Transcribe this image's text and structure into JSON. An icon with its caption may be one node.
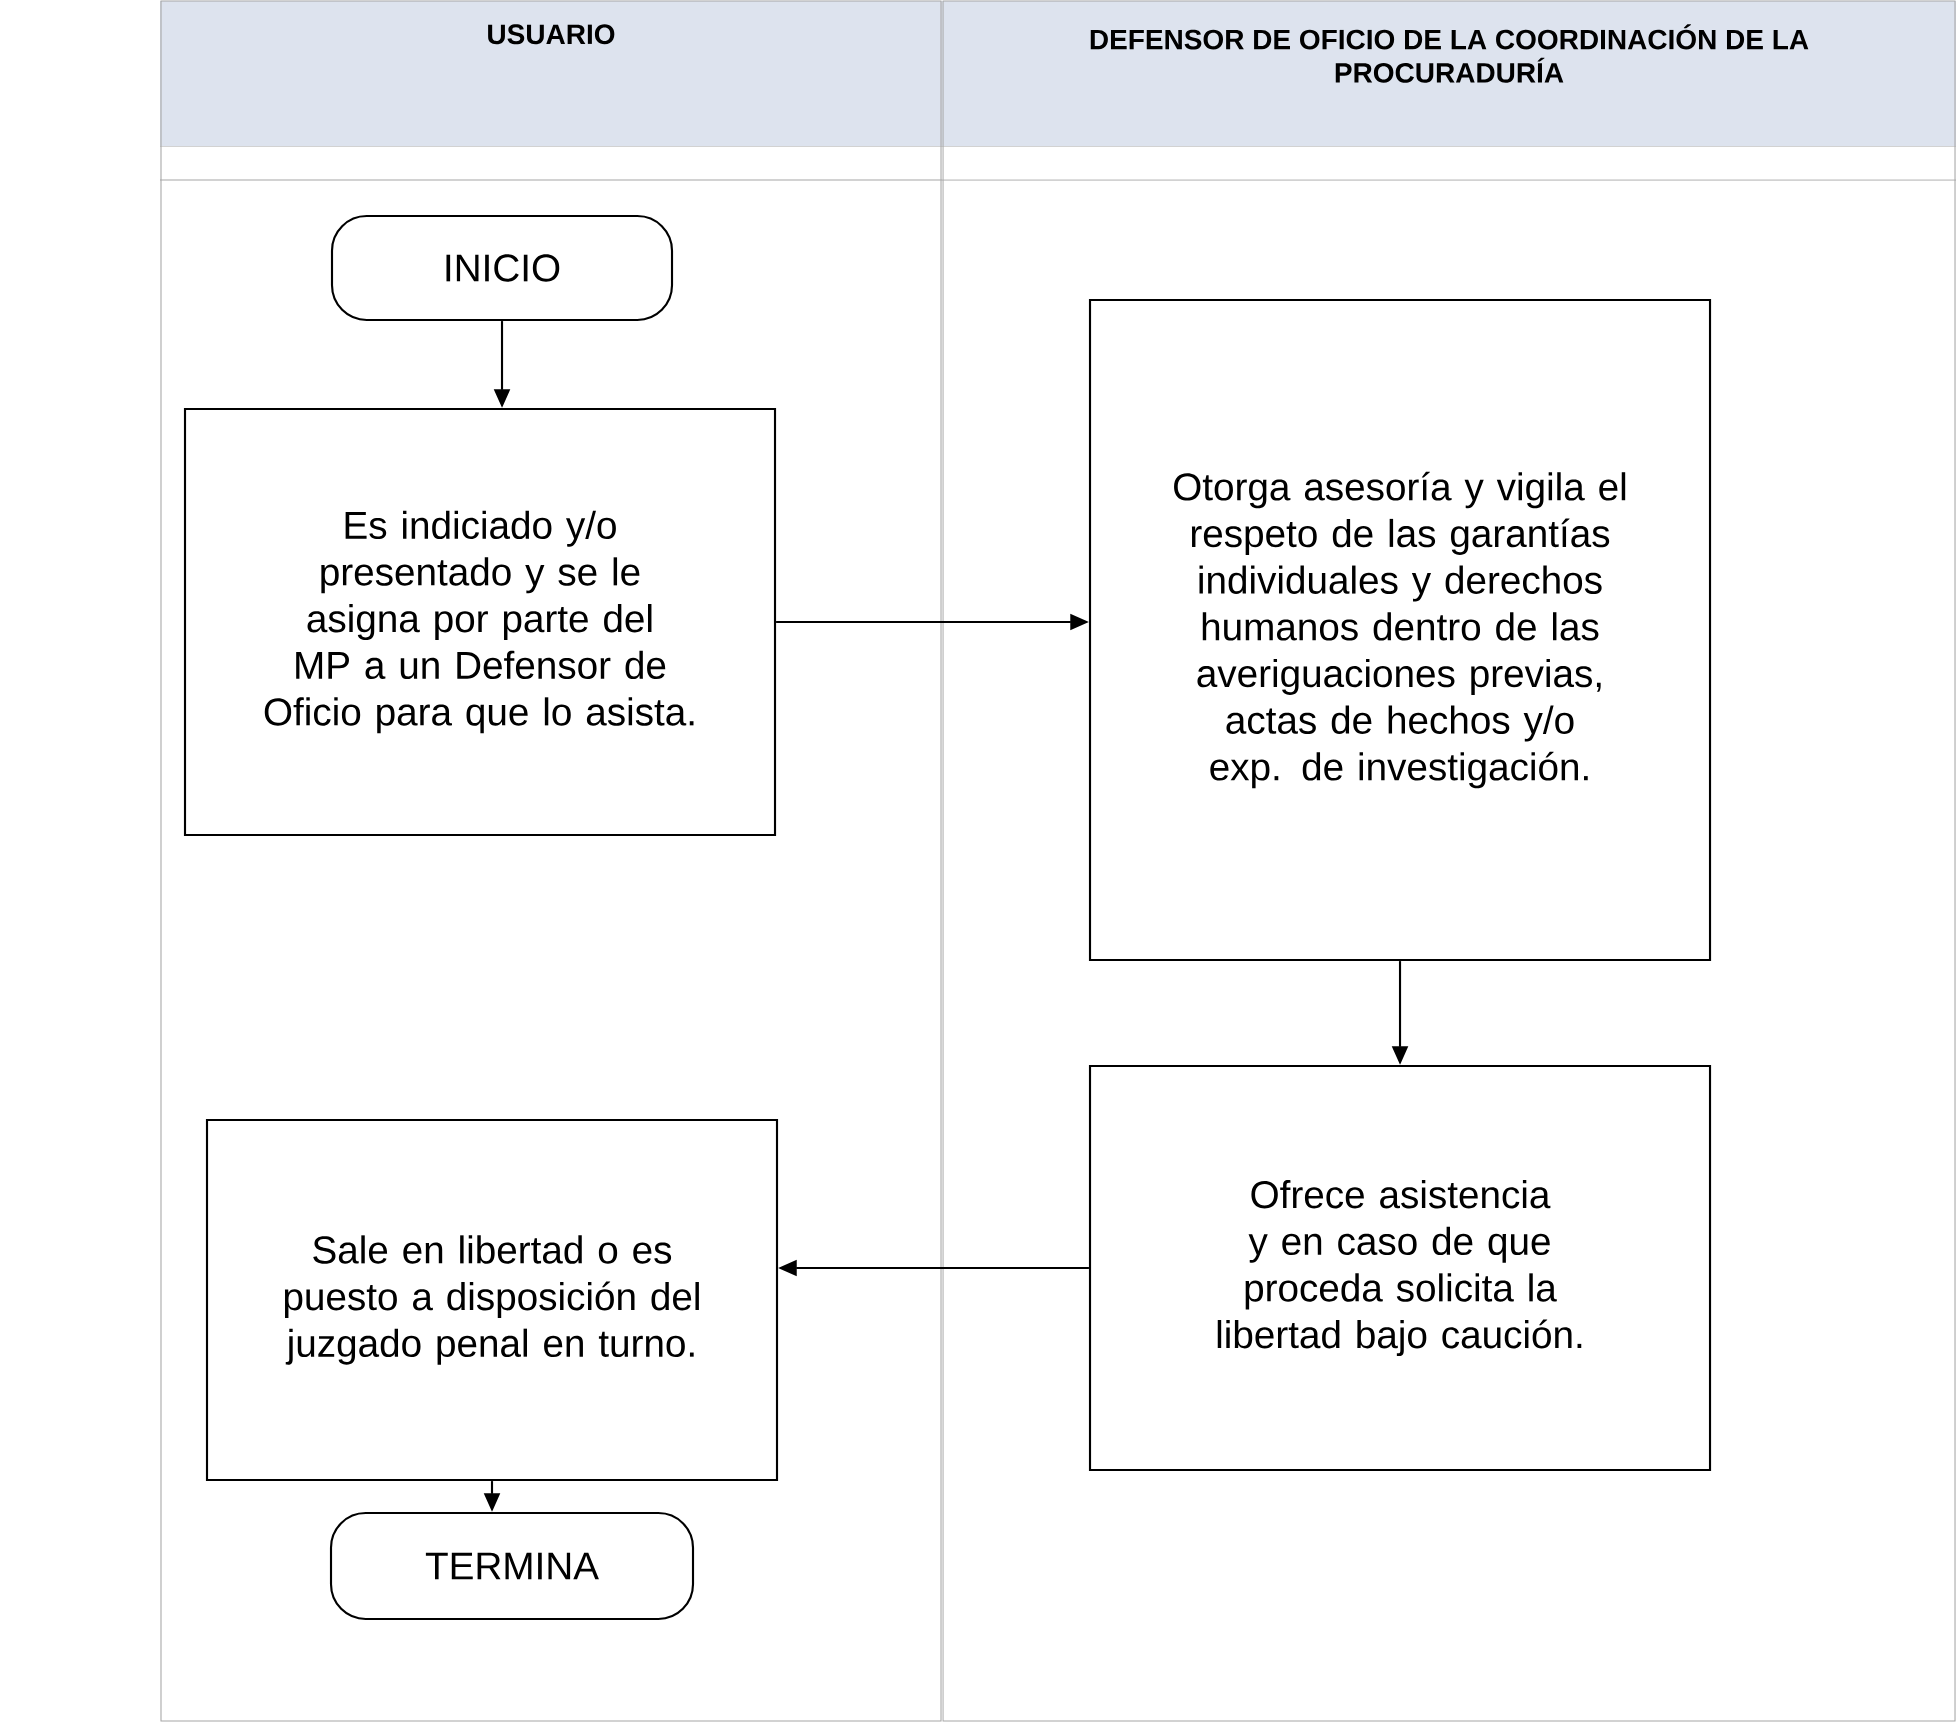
{
  "diagram": {
    "nodes": [
      {
        "text": [
          "USUARIO"
        ]
      },
      {
        "text": [
          "DEFENSOR DE OFICIO DE LA COORDINACIÓN DE LA PROCURADURÍA"
        ]
      },
      {
        "text": [
          "INICIO"
        ],
        "in": 0
      },
      {
        "text": [
          "Es indiciado y/o presentado y se le asigna por parte del MP a un Defensor de Oficio para que lo asista."
        ],
        "in": 0
      },
      {
        "text": [
          "Otorga asesoría y vigila  el respeto de las garantías individuales y derechos humanos dentro de las averiguaciones previas, actas de hechos y/o exp. de investigación."
        ],
        "in": 1
      },
      {
        "text": [
          "Ofrece asistencia y en caso de que proceda  solicita la libertad bajo caución."
        ],
        "in": 1
      },
      {
        "text": [
          "Sale en libertad o es puesto a disposición del juzgado penal en turno."
        ],
        "in": 0
      },
      {
        "text": [
          "TERMINA"
        ],
        "in": 0
      }
    ],
    "edges": [
      {
        "from": 2,
        "to": 3,
        "arrow": "to"
      },
      {
        "from": 3,
        "to": 4,
        "arrow": "to"
      },
      {
        "from": 4,
        "to": 5,
        "arrow": "to"
      },
      {
        "from": 5,
        "to": 6,
        "arrow": "to"
      },
      {
        "from": 6,
        "to": 7,
        "arrow": "to"
      }
    ]
  }
}
